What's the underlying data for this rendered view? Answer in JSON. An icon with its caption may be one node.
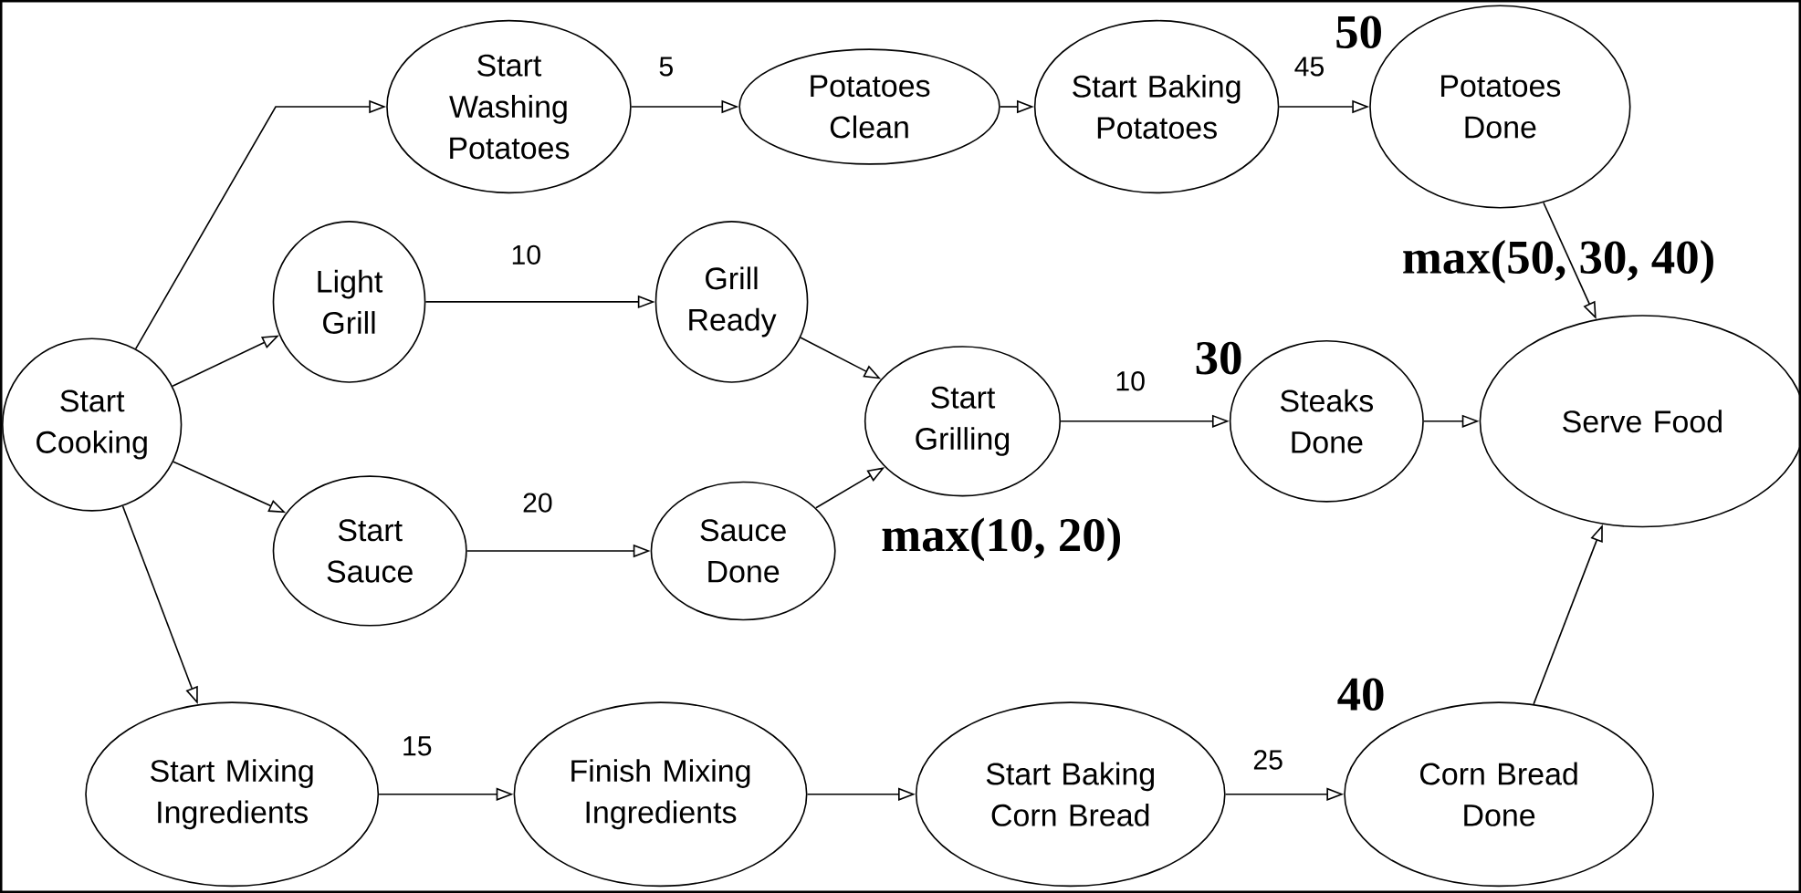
{
  "diagram": {
    "nodes": [
      {
        "text": [
          "Start Cooking"
        ]
      },
      {
        "text": [
          "Start Washing Potatoes"
        ]
      },
      {
        "text": [
          "Potatoes Clean"
        ]
      },
      {
        "text": [
          "Start Baking Potatoes"
        ]
      },
      {
        "text": [
          "Potatoes Done"
        ]
      },
      {
        "text": [
          "Light Grill"
        ]
      },
      {
        "text": [
          "Grill Ready"
        ]
      },
      {
        "text": [
          "Start Grilling"
        ]
      },
      {
        "text": [
          "Steaks Done"
        ]
      },
      {
        "text": [
          "Serve Food"
        ]
      },
      {
        "text": [
          "Start Sauce"
        ]
      },
      {
        "text": [
          "Sauce Done"
        ]
      },
      {
        "text": [
          "Start Mixing Ingredients"
        ]
      },
      {
        "text": [
          "Finish Mixing Ingredients"
        ]
      },
      {
        "text": [
          "Start Baking Corn Bread"
        ]
      },
      {
        "text": [
          "Corn Bread Done"
        ]
      }
    ],
    "edges": [
      {
        "from": 0,
        "to": 1,
        "arrow": "to"
      },
      {
        "from": 1,
        "to": 2,
        "arrow": "to",
        "label": "5"
      },
      {
        "from": 2,
        "to": 3,
        "arrow": "to"
      },
      {
        "from": 3,
        "to": 4,
        "arrow": "to",
        "label": "45"
      },
      {
        "from": 4,
        "to": 9,
        "arrow": "to"
      },
      {
        "from": 0,
        "to": 5,
        "arrow": "to"
      },
      {
        "from": 5,
        "to": 6,
        "arrow": "to",
        "label": "10"
      },
      {
        "from": 6,
        "to": 7,
        "arrow": "to"
      },
      {
        "from": 7,
        "to": 8,
        "arrow": "to",
        "label": "10"
      },
      {
        "from": 8,
        "to": 9,
        "arrow": "to"
      },
      {
        "from": 0,
        "to": 10,
        "arrow": "to"
      },
      {
        "from": 10,
        "to": 11,
        "arrow": "to",
        "label": "20"
      },
      {
        "from": 11,
        "to": 7,
        "arrow": "to"
      },
      {
        "from": 0,
        "to": 12,
        "arrow": "to"
      },
      {
        "from": 12,
        "to": 13,
        "arrow": "to",
        "label": "15"
      },
      {
        "from": 13,
        "to": 14,
        "arrow": "to"
      },
      {
        "from": 14,
        "to": 15,
        "arrow": "to",
        "label": "25"
      },
      {
        "from": 15,
        "to": 9,
        "arrow": "to"
      }
    ],
    "labels": [
      "50",
      "max(50, 30, 40)",
      "30",
      "max(10, 20)",
      "40"
    ]
  }
}
